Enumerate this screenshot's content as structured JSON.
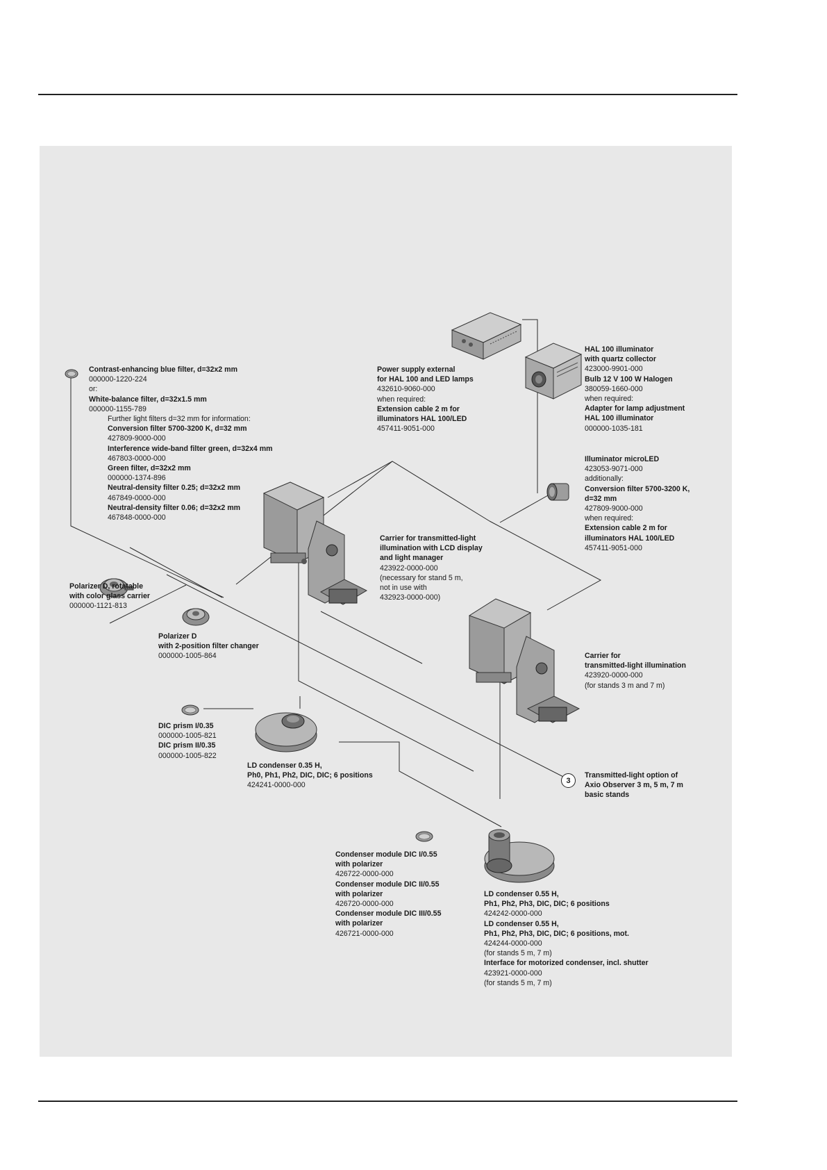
{
  "blue_filter": {
    "lines": [
      {
        "t": "Contrast-enhancing blue filter, d=32x2 mm",
        "s": "b"
      },
      {
        "t": "000000-1220-224",
        "s": ""
      },
      {
        "t": "or:",
        "s": ""
      },
      {
        "t": "White-balance filter, d=32x1.5 mm",
        "s": "b"
      },
      {
        "t": "000000-1155-789",
        "s": ""
      },
      {
        "t": "Further light filters d=32 mm for information:",
        "s": "ind"
      },
      {
        "t": "Conversion filter 5700-3200 K, d=32 mm",
        "s": "b ind"
      },
      {
        "t": "427809-9000-000",
        "s": "ind"
      },
      {
        "t": "Interference wide-band filter green, d=32x4 mm",
        "s": "b ind"
      },
      {
        "t": "467803-0000-000",
        "s": "ind"
      },
      {
        "t": "Green filter, d=32x2 mm",
        "s": "b ind"
      },
      {
        "t": "000000-1374-896",
        "s": "ind"
      },
      {
        "t": "Neutral-density filter 0.25; d=32x2 mm",
        "s": "b ind"
      },
      {
        "t": "467849-0000-000",
        "s": "ind"
      },
      {
        "t": "Neutral-density filter 0.06; d=32x2 mm",
        "s": "b ind"
      },
      {
        "t": "467848-0000-000",
        "s": "ind"
      }
    ]
  },
  "power_supply": {
    "lines": [
      {
        "t": "Power supply external",
        "s": "b"
      },
      {
        "t": "for HAL 100 and LED lamps",
        "s": "b"
      },
      {
        "t": "432610-9060-000",
        "s": ""
      },
      {
        "t": "when required:",
        "s": ""
      },
      {
        "t": "Extension cable 2 m for",
        "s": "b"
      },
      {
        "t": "illuminators HAL 100/LED",
        "s": "b"
      },
      {
        "t": "457411-9051-000",
        "s": ""
      }
    ]
  },
  "hal100": {
    "lines": [
      {
        "t": "HAL 100 illuminator",
        "s": "b"
      },
      {
        "t": "with quartz collector",
        "s": "b"
      },
      {
        "t": "423000-9901-000",
        "s": ""
      },
      {
        "t": "Bulb 12 V 100 W Halogen",
        "s": "b"
      },
      {
        "t": "380059-1660-000",
        "s": ""
      },
      {
        "t": "when required:",
        "s": ""
      },
      {
        "t": "Adapter for lamp adjustment",
        "s": "b"
      },
      {
        "t": "HAL 100 illuminator",
        "s": "b"
      },
      {
        "t": "000000-1035-181",
        "s": ""
      }
    ]
  },
  "microled": {
    "lines": [
      {
        "t": "Illuminator microLED",
        "s": "b"
      },
      {
        "t": "423053-9071-000",
        "s": ""
      },
      {
        "t": "additionally:",
        "s": ""
      },
      {
        "t": "Conversion filter 5700-3200 K,",
        "s": "b"
      },
      {
        "t": "d=32 mm",
        "s": "b"
      },
      {
        "t": "427809-9000-000",
        "s": ""
      },
      {
        "t": "when required:",
        "s": ""
      },
      {
        "t": "Extension cable 2 m for",
        "s": "b"
      },
      {
        "t": "illuminators HAL 100/LED",
        "s": "b"
      },
      {
        "t": "457411-9051-000",
        "s": ""
      }
    ]
  },
  "carrier_lcd": {
    "lines": [
      {
        "t": "Carrier for transmitted-light",
        "s": "b"
      },
      {
        "t": "illumination with LCD display",
        "s": "b"
      },
      {
        "t": "and light manager",
        "s": "b"
      },
      {
        "t": "423922-0000-000",
        "s": ""
      },
      {
        "t": "(necessary for stand 5 m,",
        "s": ""
      },
      {
        "t": "not in use with",
        "s": ""
      },
      {
        "t": "432923-0000-000)",
        "s": ""
      }
    ]
  },
  "polarizer_rot": {
    "lines": [
      {
        "t": "Polarizer D, rotatable",
        "s": "b"
      },
      {
        "t": "with color glass carrier",
        "s": "b"
      },
      {
        "t": "000000-1121-813",
        "s": ""
      }
    ]
  },
  "polarizer_2pos": {
    "lines": [
      {
        "t": "Polarizer D",
        "s": "b"
      },
      {
        "t": "with 2-position filter changer",
        "s": "b"
      },
      {
        "t": "000000-1005-864",
        "s": ""
      }
    ]
  },
  "carrier_tl": {
    "lines": [
      {
        "t": "Carrier for",
        "s": "b"
      },
      {
        "t": "transmitted-light illumination",
        "s": "b"
      },
      {
        "t": "423920-0000-000",
        "s": ""
      },
      {
        "t": "(for stands 3 m and 7 m)",
        "s": ""
      }
    ]
  },
  "dic_prism": {
    "lines": [
      {
        "t": "DIC prism I/0.35",
        "s": "b"
      },
      {
        "t": "000000-1005-821",
        "s": ""
      },
      {
        "t": "DIC prism II/0.35",
        "s": "b"
      },
      {
        "t": "000000-1005-822",
        "s": ""
      }
    ]
  },
  "ld035": {
    "lines": [
      {
        "t": "LD condenser 0.35 H,",
        "s": "b"
      },
      {
        "t": "Ph0, Ph1, Ph2, DIC, DIC; 6 positions",
        "s": "b"
      },
      {
        "t": "424241-0000-000",
        "s": ""
      }
    ]
  },
  "tl_option": {
    "callout": "3",
    "lines": [
      {
        "t": "Transmitted-light option of",
        "s": "b"
      },
      {
        "t": "Axio Observer 3 m, 5 m, 7 m",
        "s": "b"
      },
      {
        "t": "basic stands",
        "s": "b"
      }
    ]
  },
  "cond_module": {
    "lines": [
      {
        "t": "Condenser module DIC I/0.55",
        "s": "b"
      },
      {
        "t": "with polarizer",
        "s": "b"
      },
      {
        "t": "426722-0000-000",
        "s": ""
      },
      {
        "t": "Condenser module DIC II/0.55",
        "s": "b"
      },
      {
        "t": "with polarizer",
        "s": "b"
      },
      {
        "t": "426720-0000-000",
        "s": ""
      },
      {
        "t": "Condenser module DIC III/0.55",
        "s": "b"
      },
      {
        "t": "with polarizer",
        "s": "b"
      },
      {
        "t": "426721-0000-000",
        "s": ""
      }
    ]
  },
  "ld055": {
    "lines": [
      {
        "t": "LD condenser 0.55 H,",
        "s": "b"
      },
      {
        "t": "Ph1, Ph2, Ph3, DIC, DIC; 6 positions",
        "s": "b"
      },
      {
        "t": "424242-0000-000",
        "s": ""
      },
      {
        "t": "LD condenser 0.55 H,",
        "s": "b"
      },
      {
        "t": "Ph1, Ph2, Ph3, DIC, DIC; 6 positions, mot.",
        "s": "b"
      },
      {
        "t": "424244-0000-000",
        "s": ""
      },
      {
        "t": "(for stands 5 m, 7 m)",
        "s": ""
      },
      {
        "t": "Interface for motorized condenser, incl. shutter",
        "s": "b"
      },
      {
        "t": "423921-0000-000",
        "s": ""
      },
      {
        "t": "(for stands 5 m, 7 m)",
        "s": ""
      }
    ]
  }
}
